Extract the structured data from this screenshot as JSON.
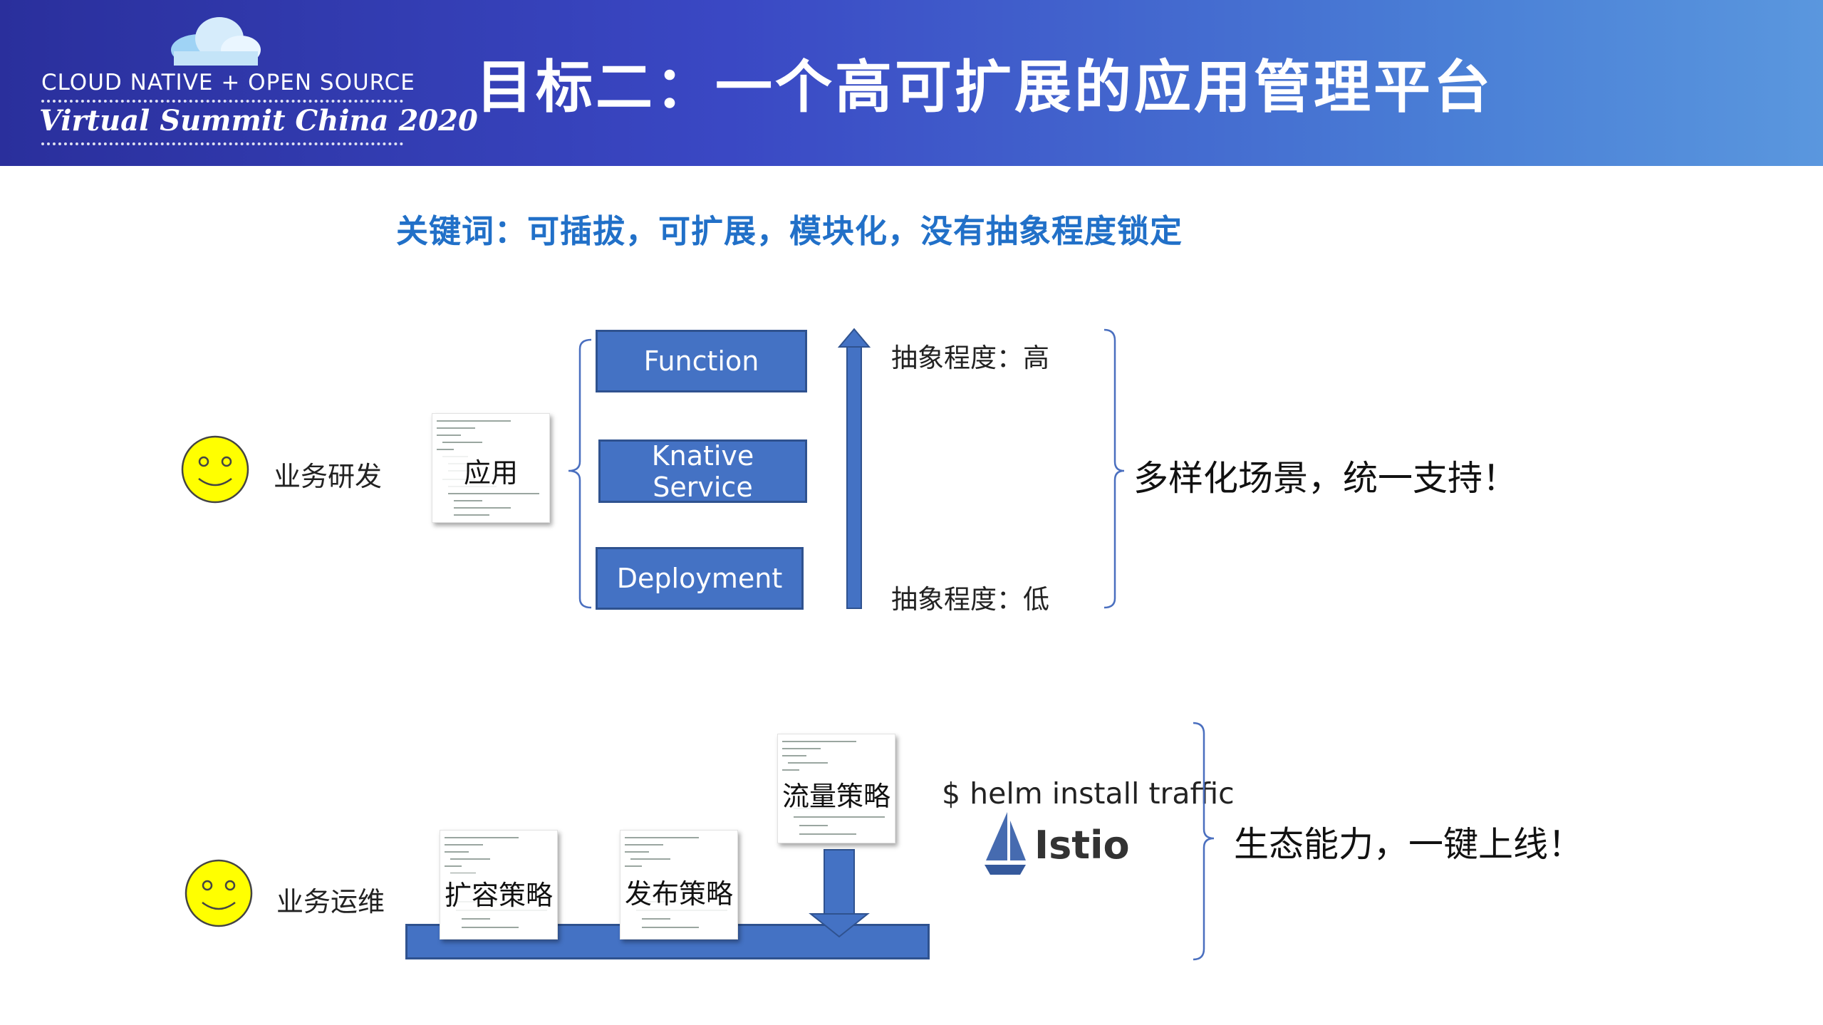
{
  "header": {
    "logo_line1": "CLOUD NATIVE + OPEN SOURCE",
    "logo_line2": "Virtual Summit China 2020",
    "title": "目标二：一个高可扩展的应用管理平台"
  },
  "keywords": "关键词：可插拔，可扩展，模块化，没有抽象程度锁定",
  "developer_section": {
    "role": "业务研发",
    "app_doc_label": "应用",
    "layers": [
      "Function",
      "Knative Service",
      "Deployment"
    ],
    "abstraction_high": "抽象程度：高",
    "abstraction_low": "抽象程度：低",
    "summary": "多样化场景，统一支持！"
  },
  "ops_section": {
    "role": "业务运维",
    "policies": {
      "scale": "扩容策略",
      "release": "发布策略",
      "traffic": "流量策略"
    },
    "command": "$ helm install traffic",
    "istio_label": "Istio",
    "summary": "生态能力，一键上线！"
  },
  "colors": {
    "layer_fill": "#4472c4",
    "keyword_blue": "#2170c8",
    "smiley_yellow": "#ffff00"
  }
}
